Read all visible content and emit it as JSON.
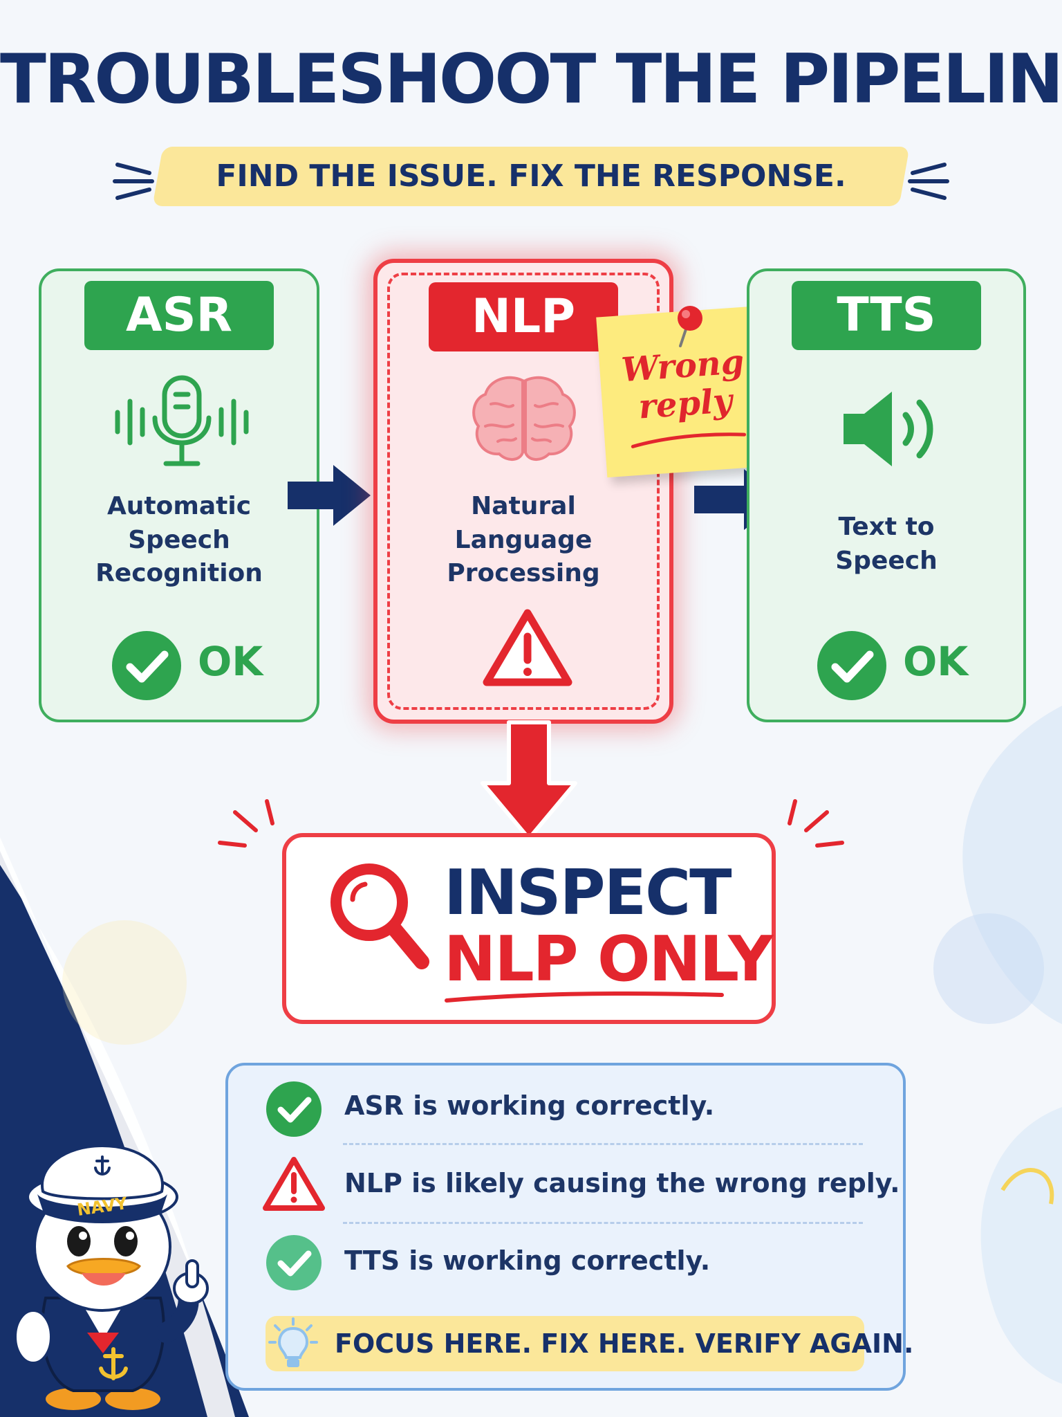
{
  "header": {
    "title": "TROUBLESHOOT THE PIPELINE",
    "subtitle": "FIND THE ISSUE. FIX THE RESPONSE."
  },
  "pipeline": [
    {
      "badge": "ASR",
      "description": [
        "Automatic",
        "Speech",
        "Recognition"
      ],
      "status": "OK",
      "state": "ok",
      "icon": "microphone-icon"
    },
    {
      "badge": "NLP",
      "description": [
        "Natural",
        "Language",
        "Processing"
      ],
      "status": "",
      "state": "error",
      "icon": "brain-icon"
    },
    {
      "badge": "TTS",
      "description": [
        "Text to",
        "Speech"
      ],
      "status": "OK",
      "state": "ok",
      "icon": "speaker-icon"
    }
  ],
  "note": {
    "text": [
      "Wrong",
      "reply"
    ]
  },
  "callout": {
    "line1": "INSPECT",
    "line2": "NLP ONLY"
  },
  "summary": {
    "items": [
      {
        "text": "ASR is working correctly.",
        "icon": "check-circle-icon"
      },
      {
        "text": "NLP is likely causing the wrong reply.",
        "icon": "warning-icon"
      },
      {
        "text": "TTS is working correctly.",
        "icon": "check-circle-icon"
      }
    ],
    "tip": "FOCUS HERE. FIX HERE. VERIFY AGAIN."
  },
  "mascot": {
    "hat_label": "NAVY"
  },
  "colors": {
    "navy": "#16306a",
    "green": "#2ea44f",
    "red": "#e3262e",
    "yellow": "#fbe79a",
    "blue": "#6fa4de"
  }
}
